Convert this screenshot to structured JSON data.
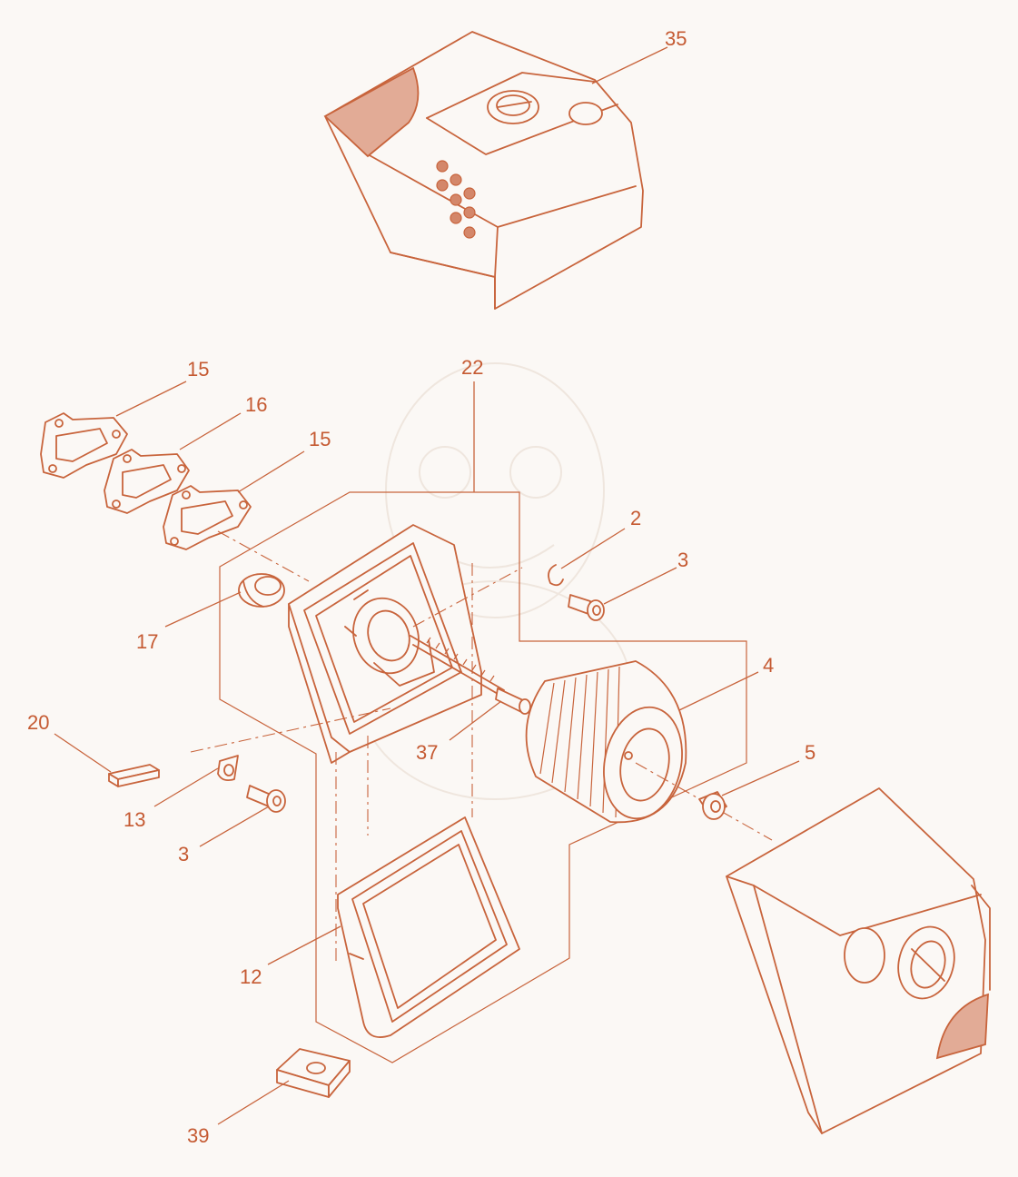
{
  "colors": {
    "line": "#c8643c",
    "accent": "#e2ab96",
    "background": "#fbf8f5",
    "label": "#c55a32"
  },
  "callouts": {
    "c35": "35",
    "c22": "22",
    "c15a": "15",
    "c16": "16",
    "c15b": "15",
    "c2": "2",
    "c3a": "3",
    "c17": "17",
    "c4": "4",
    "c20": "20",
    "c37": "37",
    "c5": "5",
    "c13": "13",
    "c3b": "3",
    "c12": "12",
    "c39": "39"
  }
}
